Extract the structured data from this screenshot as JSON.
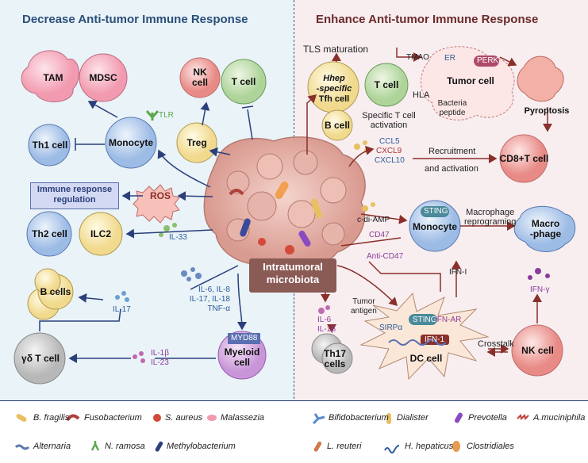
{
  "headings": {
    "left": "Decrease Anti-tumor Immune Response",
    "right": "Enhance Anti-tumor Immune Response"
  },
  "center": {
    "line1": "Intratumoral",
    "line2": "microbiota"
  },
  "left": {
    "tam": "TAM",
    "mdsc": "MDSC",
    "nk_cell": "NK\ncell",
    "nk_line1": "NK",
    "nk_line2": "cell",
    "t_cell": "T cell",
    "tlr": "TLR",
    "th1_cell": "Th1 cell",
    "monocyte": "Monocyte",
    "treg": "Treg",
    "immune_response_line1": "Immune response",
    "immune_response_line2": "regulation",
    "ros": "ROS",
    "th2_cell": "Th2 cell",
    "ilc2": "ILC2",
    "il33": "IL-33",
    "b_cells": "B cells",
    "cytokines_line1": "IL-6, IL-8",
    "cytokines_line2": "IL-17, IL-18",
    "cytokines_line3": "TNF-α",
    "il17": "IL-17",
    "myd88": "MYD88",
    "myeloid_line1": "Myeloid",
    "myeloid_line2": "cell",
    "il1b": "IL-1β",
    "il23": "IL-23",
    "gd_t_cell": "γδ T cell"
  },
  "right": {
    "tls": "TLS maturation",
    "hhep_line1": "Hhep",
    "hhep_line2": "-specific",
    "hhep_line3": "Tfh cell",
    "b_cell": "B cell",
    "t_cell": "T cell",
    "specific_line1": "Specific T cell",
    "specific_line2": "activation",
    "hla": "HLA",
    "tmao": "TMAO",
    "er": "ER",
    "perk": "PERK",
    "tumor_cell": "Tumor cell",
    "bacteria_line1": "Bacteria",
    "bacteria_line2": "peptide",
    "pyroptosis": "Pyroptosis",
    "ccl5": "CCL5",
    "cxcl9": "CXCL9",
    "cxcl10": "CXCL10",
    "recruitment": "Recruitment",
    "and_activation": "and activation",
    "cd8": "CD8+T cell",
    "c_di_amp": "c-di-AMP",
    "sting": "STING",
    "monocyte": "Monocyte",
    "macro_line1": "Macrophage",
    "macro_line2": "reprograming",
    "macrophage_line1": "Macro",
    "macrophage_line2": "-phage",
    "cd47": "CD47",
    "anti_cd47": "Anti-CD47",
    "ifn_i": "IFN-I",
    "ifn_gamma": "IFN-γ",
    "il6": "IL-6",
    "il1b": "IL-1β",
    "th17_line1": "Th17",
    "th17_line2": "cells",
    "tumor_antigen_line1": "Tumor",
    "tumor_antigen_line2": "antigen",
    "sirpa": "SIRPα",
    "sting2": "STING",
    "ifn_ar": "IFN-AR",
    "ifn1": "IFN-1",
    "dc_cell": "DC cell",
    "crosstalk": "Crosstalk",
    "nk_cell": "NK cell"
  },
  "legend": [
    {
      "name": "B. fragilis",
      "icon": "capsule-yellow-icon"
    },
    {
      "name": "Fusobacterium",
      "icon": "curved-rod-red-icon"
    },
    {
      "name": "S. aureus",
      "icon": "coccus-red-icon"
    },
    {
      "name": "Malassezia",
      "icon": "yeast-pink-icon"
    },
    {
      "name": "Bifidobacterium",
      "icon": "branched-blue-icon"
    },
    {
      "name": "Dialister",
      "icon": "rod-yellow-icon"
    },
    {
      "name": "Prevotella",
      "icon": "rod-purple-icon"
    },
    {
      "name": "A.muciniphila",
      "icon": "spiky-red-icon"
    },
    {
      "name": "Alternaria",
      "icon": "chain-blue-icon"
    },
    {
      "name": "N. ramosa",
      "icon": "branched-green-icon"
    },
    {
      "name": "Methylobacterium",
      "icon": "rod-navy-icon"
    },
    {
      "name": "L. reuteri",
      "icon": "rod-orange-icon"
    },
    {
      "name": "H. hepaticus",
      "icon": "spiral-blue-icon"
    },
    {
      "name": "Clostridiales",
      "icon": "spore-orange-icon"
    }
  ],
  "colors": {
    "left_bg": "#e9f3f8",
    "right_bg": "#f8eef0",
    "left_heading": "#2b4f7a",
    "right_heading": "#6b2a2a",
    "arrow_blue": "#2b3f7a",
    "arrow_red": "#8a2f2a"
  }
}
